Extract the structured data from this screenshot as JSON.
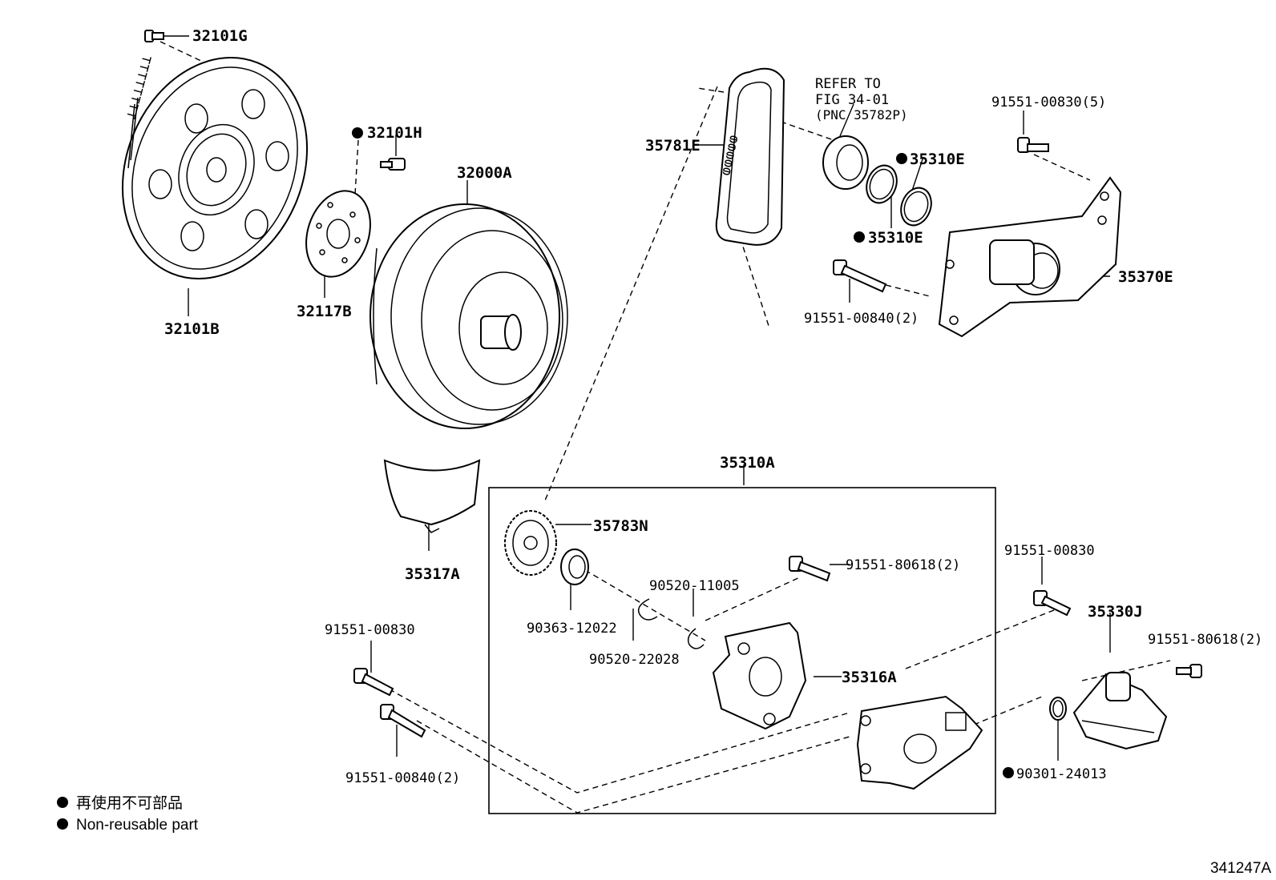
{
  "labels": {
    "p32101G": "32101G",
    "p32101H": "32101H",
    "p32000A": "32000A",
    "p32101B": "32101B",
    "p32117B": "32117B",
    "p35781E": "35781E",
    "refer1": "REFER TO",
    "refer2": "FIG 34-01",
    "refer3": "(PNC 35782P)",
    "p35310E_a": "35310E",
    "p35310E_b": "35310E",
    "p91551_00830_5": "91551-00830(5)",
    "p35370E": "35370E",
    "p91551_00840_2_top": "91551-00840(2)",
    "p35317A": "35317A",
    "p35310A": "35310A",
    "p35783N": "35783N",
    "p91551_80618_2_mid": "91551-80618(2)",
    "p90520_11005": "90520-11005",
    "p90363_12022": "90363-12022",
    "p90520_22028": "90520-22028",
    "p35316A": "35316A",
    "p91551_00830_left": "91551-00830",
    "p91551_00840_2_left": "91551-00840(2)",
    "p91551_00830_right": "91551-00830",
    "p35330J": "35330J",
    "p91551_80618_2_right": "91551-80618(2)",
    "p90301_24013": "90301-24013",
    "figure_id": "341247A"
  },
  "legend": {
    "line1": "再使用不可部品",
    "line2": "Non-reusable part"
  }
}
